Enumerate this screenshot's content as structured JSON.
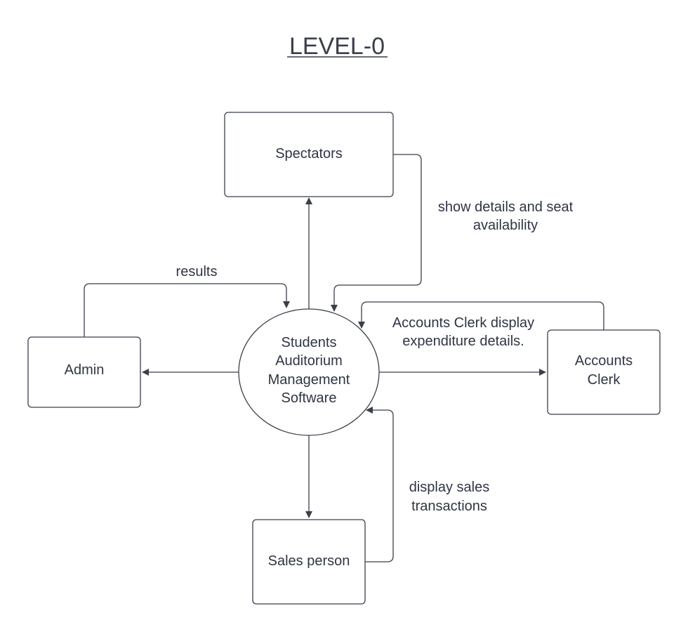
{
  "diagram": {
    "title": "LEVEL-0",
    "nodes": {
      "spectators": "Spectators",
      "admin": "Admin",
      "accounts_clerk": [
        "Accounts",
        "Clerk"
      ],
      "sales_person": "Sales person",
      "process": [
        "Students",
        "Auditorium",
        "Management",
        "Software"
      ]
    },
    "flow_labels": {
      "show_details": [
        "show details and seat",
        "availability"
      ],
      "results": "results",
      "accounts_display": [
        "Accounts Clerk display",
        "expenditure details."
      ],
      "sales_display": [
        "display sales",
        "transactions"
      ]
    }
  }
}
